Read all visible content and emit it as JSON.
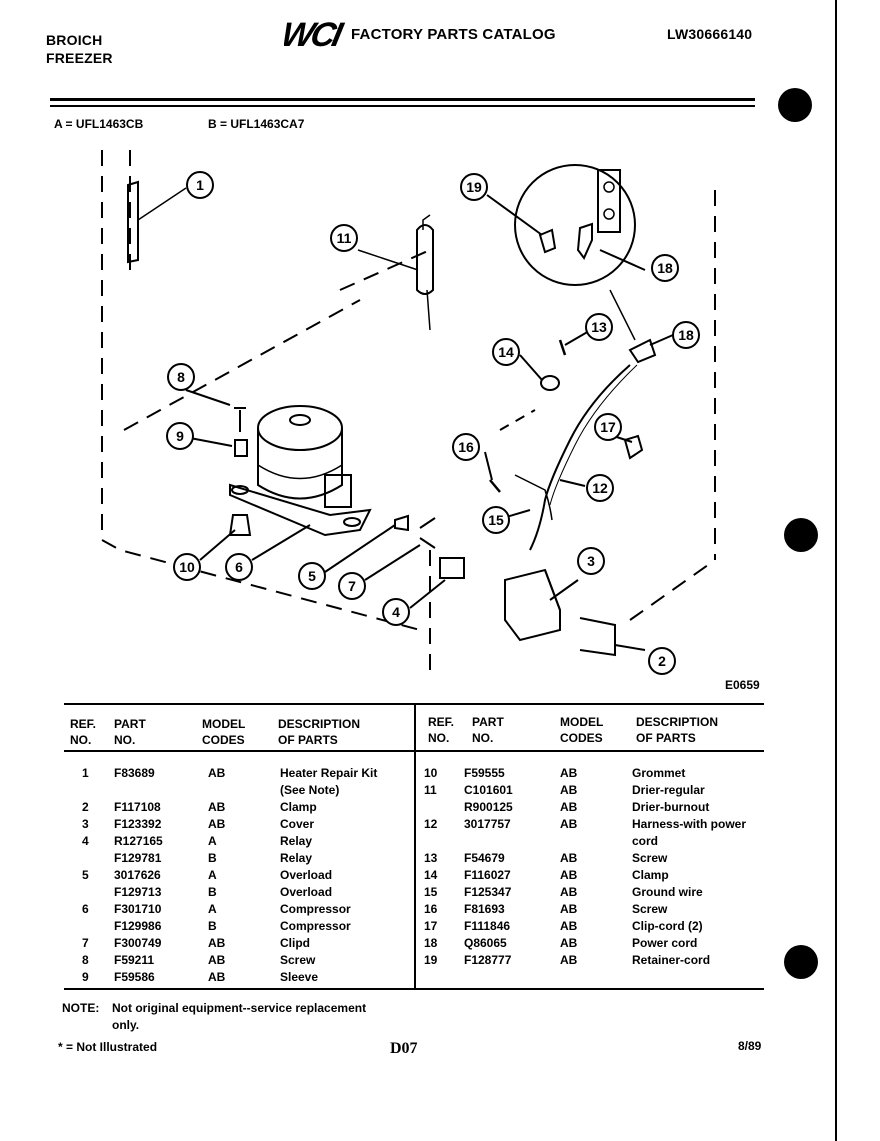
{
  "header": {
    "brand": "BROICH",
    "product": "FREEZER",
    "logo_text": "WCI",
    "catalog_title": "FACTORY PARTS CATALOG",
    "catalog_number": "LW30666140"
  },
  "models": {
    "a": "A = UFL1463CB",
    "b": "B = UFL1463CA7"
  },
  "diagram": {
    "code": "E0659",
    "callouts": [
      "1",
      "2",
      "3",
      "4",
      "5",
      "6",
      "7",
      "8",
      "9",
      "10",
      "11",
      "12",
      "13",
      "14",
      "15",
      "16",
      "17",
      "18",
      "18",
      "19"
    ]
  },
  "table": {
    "headers": {
      "ref_no": [
        "REF.",
        "NO."
      ],
      "part_no": [
        "PART",
        "NO."
      ],
      "model_codes": [
        "MODEL",
        "CODES"
      ],
      "description": [
        "DESCRIPTION",
        "OF PARTS"
      ]
    },
    "left_rows": [
      {
        "ref": "1",
        "part": "F83689",
        "model": "AB",
        "desc": "Heater Repair Kit"
      },
      {
        "ref": "",
        "part": "",
        "model": "",
        "desc": "(See Note)"
      },
      {
        "ref": "2",
        "part": "F117108",
        "model": "AB",
        "desc": "Clamp"
      },
      {
        "ref": "3",
        "part": "F123392",
        "model": "AB",
        "desc": "Cover"
      },
      {
        "ref": "4",
        "part": "R127165",
        "model": "A",
        "desc": "Relay"
      },
      {
        "ref": "",
        "part": "F129781",
        "model": "B",
        "desc": "Relay"
      },
      {
        "ref": "5",
        "part": "3017626",
        "model": "A",
        "desc": "Overload"
      },
      {
        "ref": "",
        "part": "F129713",
        "model": "B",
        "desc": "Overload"
      },
      {
        "ref": "6",
        "part": "F301710",
        "model": "A",
        "desc": "Compressor"
      },
      {
        "ref": "",
        "part": "F129986",
        "model": "B",
        "desc": "Compressor"
      },
      {
        "ref": "7",
        "part": "F300749",
        "model": "AB",
        "desc": "Clipd"
      },
      {
        "ref": "8",
        "part": "F59211",
        "model": "AB",
        "desc": "Screw"
      },
      {
        "ref": "9",
        "part": "F59586",
        "model": "AB",
        "desc": "Sleeve"
      }
    ],
    "right_rows": [
      {
        "ref": "10",
        "part": "F59555",
        "model": "AB",
        "desc": "Grommet"
      },
      {
        "ref": "11",
        "part": "C101601",
        "model": "AB",
        "desc": "Drier-regular"
      },
      {
        "ref": "",
        "part": "R900125",
        "model": "AB",
        "desc": "Drier-burnout"
      },
      {
        "ref": "12",
        "part": "3017757",
        "model": "AB",
        "desc": "Harness-with power"
      },
      {
        "ref": "",
        "part": "",
        "model": "",
        "desc": "cord"
      },
      {
        "ref": "13",
        "part": "F54679",
        "model": "AB",
        "desc": "Screw"
      },
      {
        "ref": "14",
        "part": "F116027",
        "model": "AB",
        "desc": "Clamp"
      },
      {
        "ref": "15",
        "part": "F125347",
        "model": "AB",
        "desc": "Ground wire"
      },
      {
        "ref": "16",
        "part": "F81693",
        "model": "AB",
        "desc": "Screw"
      },
      {
        "ref": "17",
        "part": "F111846",
        "model": "AB",
        "desc": "Clip-cord (2)"
      },
      {
        "ref": "18",
        "part": "Q86065",
        "model": "AB",
        "desc": "Power cord"
      },
      {
        "ref": "19",
        "part": "F128777",
        "model": "AB",
        "desc": "Retainer-cord"
      }
    ]
  },
  "footer": {
    "note_label": "NOTE:",
    "note_line1": "Not original equipment--service replacement",
    "note_line2": "only.",
    "not_illustrated": "* = Not Illustrated",
    "page_code": "D07",
    "date": "8/89"
  }
}
